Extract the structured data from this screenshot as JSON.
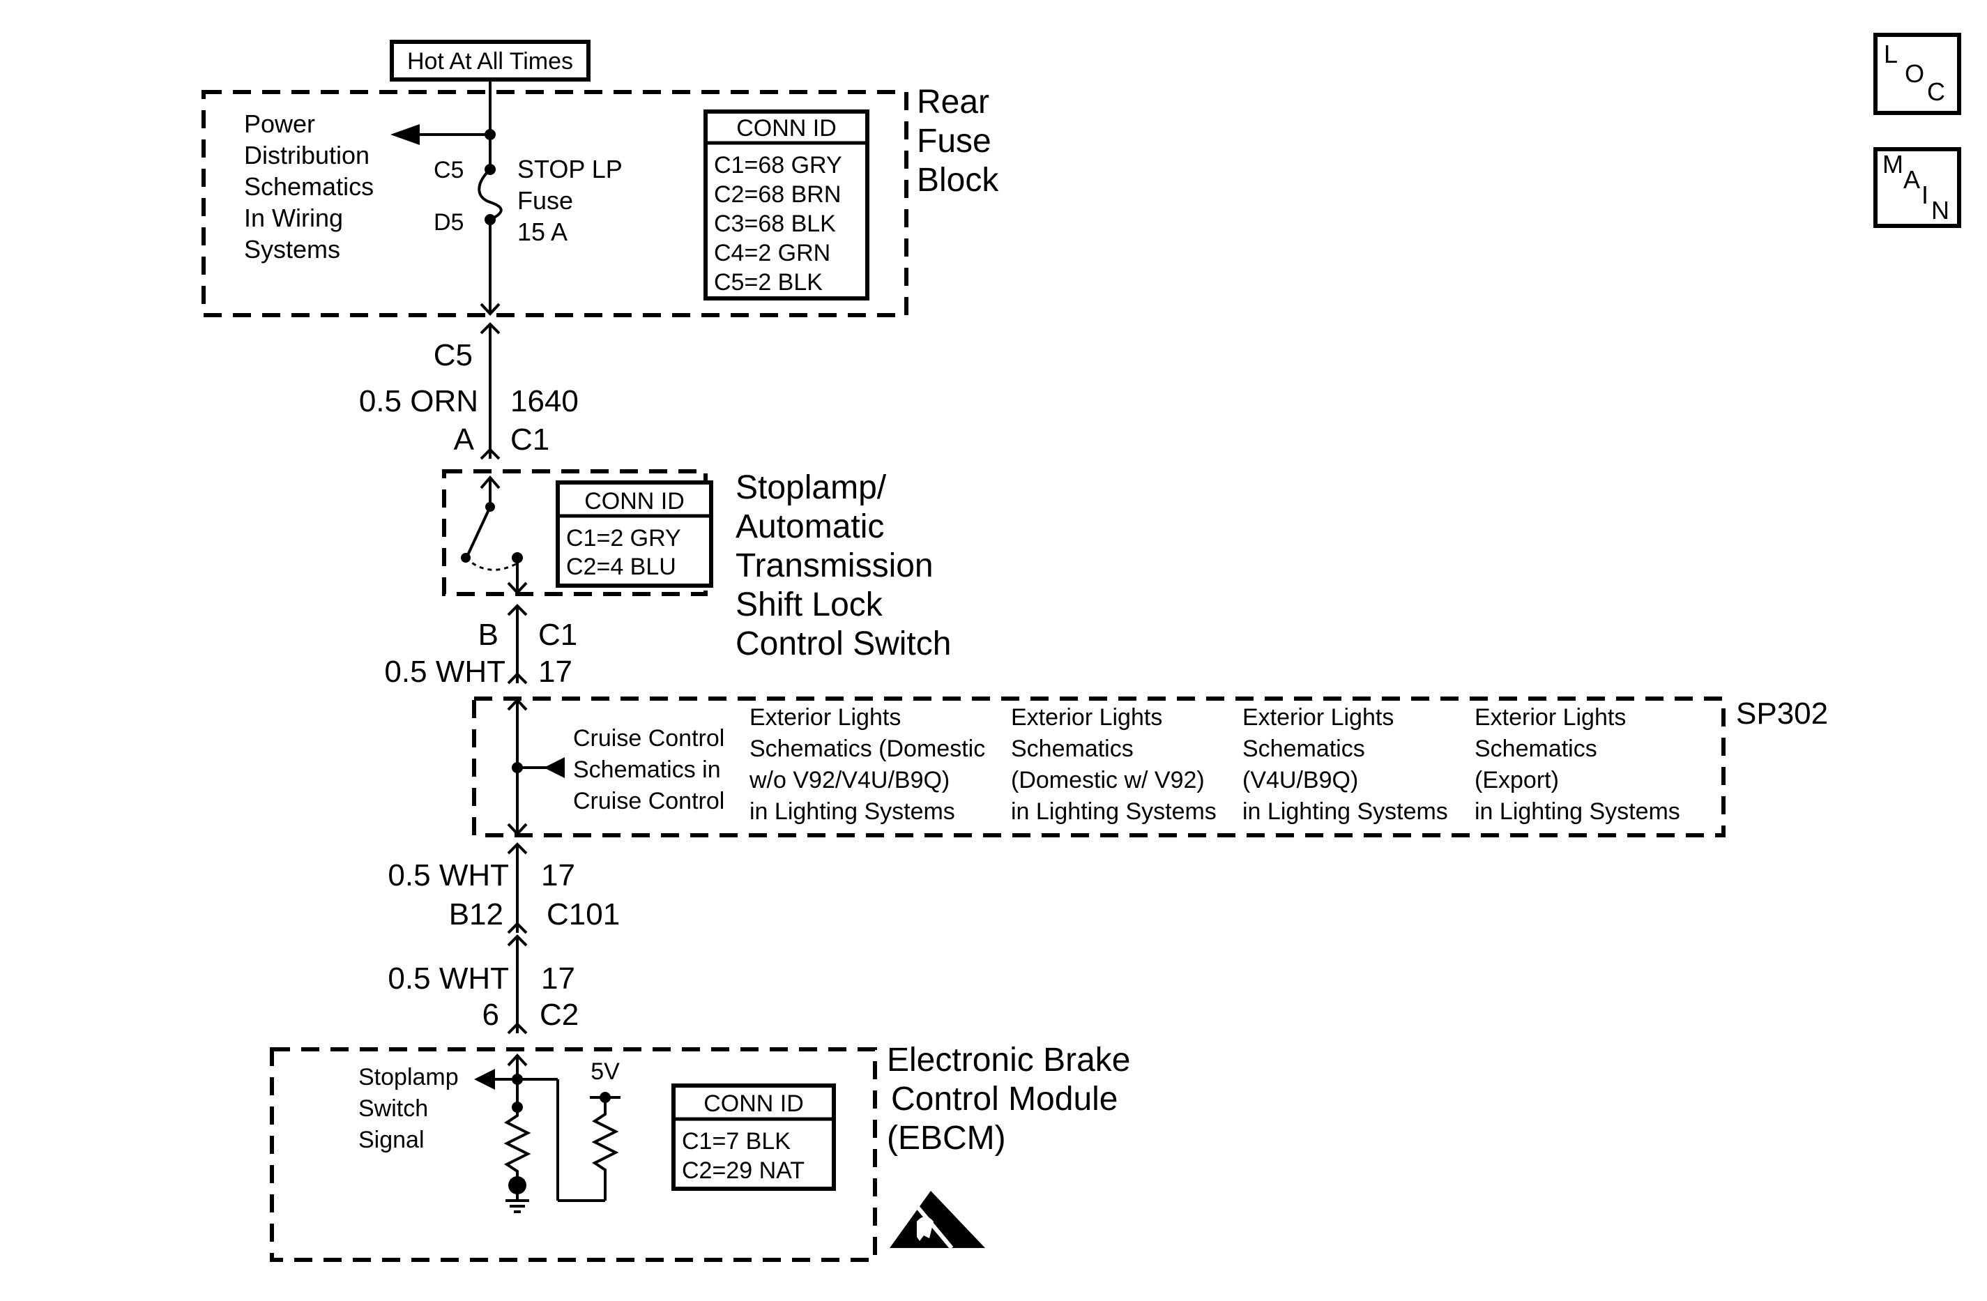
{
  "hot_label": "Hot At All Times",
  "nav": {
    "loc": [
      "L",
      "O",
      "C"
    ],
    "main": [
      "M",
      "A",
      "I",
      "N"
    ]
  },
  "fuse_block": {
    "name": [
      "Rear",
      "Fuse",
      "Block"
    ],
    "power_ref": [
      "Power",
      "Distribution",
      "Schematics",
      "In Wiring",
      "Systems"
    ],
    "fuse_top_pin": "C5",
    "fuse_bottom_pin": "D5",
    "fuse_label": [
      "STOP LP",
      "Fuse",
      "15 A"
    ],
    "conn_title": "CONN ID",
    "conn": [
      "C1=68 GRY",
      "C2=68 BRN",
      "C3=68 BLK",
      "C4=2 GRN",
      "C5=2 BLK"
    ]
  },
  "wire1": {
    "top_conn": "C5",
    "gauge": "0.5 ORN",
    "circuit": "1640",
    "pin": "A",
    "conn": "C1"
  },
  "switch": {
    "name": [
      "Stoplamp/",
      "Automatic",
      "Transmission",
      "Shift Lock",
      "Control Switch"
    ],
    "conn_title": "CONN ID",
    "conn": [
      "C1=2 GRY",
      "C2=4 BLU"
    ]
  },
  "wire2": {
    "pin": "B",
    "conn": "C1",
    "gauge": "0.5 WHT",
    "circuit": "17"
  },
  "splice": {
    "name": "SP302",
    "cruise": [
      "Cruise Control",
      "Schematics in",
      "Cruise Control"
    ],
    "refs": [
      [
        "Exterior Lights",
        "Schematics (Domestic",
        "w/o V92/V4U/B9Q)",
        "in Lighting Systems"
      ],
      [
        "Exterior Lights",
        "Schematics",
        "(Domestic w/ V92)",
        "in Lighting Systems"
      ],
      [
        "Exterior Lights",
        "Schematics",
        "(V4U/B9Q)",
        "in Lighting Systems"
      ],
      [
        "Exterior Lights",
        "Schematics",
        "(Export)",
        "in Lighting Systems"
      ]
    ]
  },
  "wire3": {
    "gauge": "0.5 WHT",
    "circuit": "17",
    "pin": "B12",
    "conn": "C101"
  },
  "wire4": {
    "gauge": "0.5 WHT",
    "circuit": "17",
    "pin": "6",
    "conn": "C2"
  },
  "ebcm": {
    "name": [
      "Electronic Brake",
      "Control Module",
      "(EBCM)"
    ],
    "signal": [
      "Stoplamp",
      "Switch",
      "Signal"
    ],
    "voltage": "5V",
    "conn_title": "CONN ID",
    "conn": [
      "C1=7 BLK",
      "C2=29 NAT"
    ]
  }
}
